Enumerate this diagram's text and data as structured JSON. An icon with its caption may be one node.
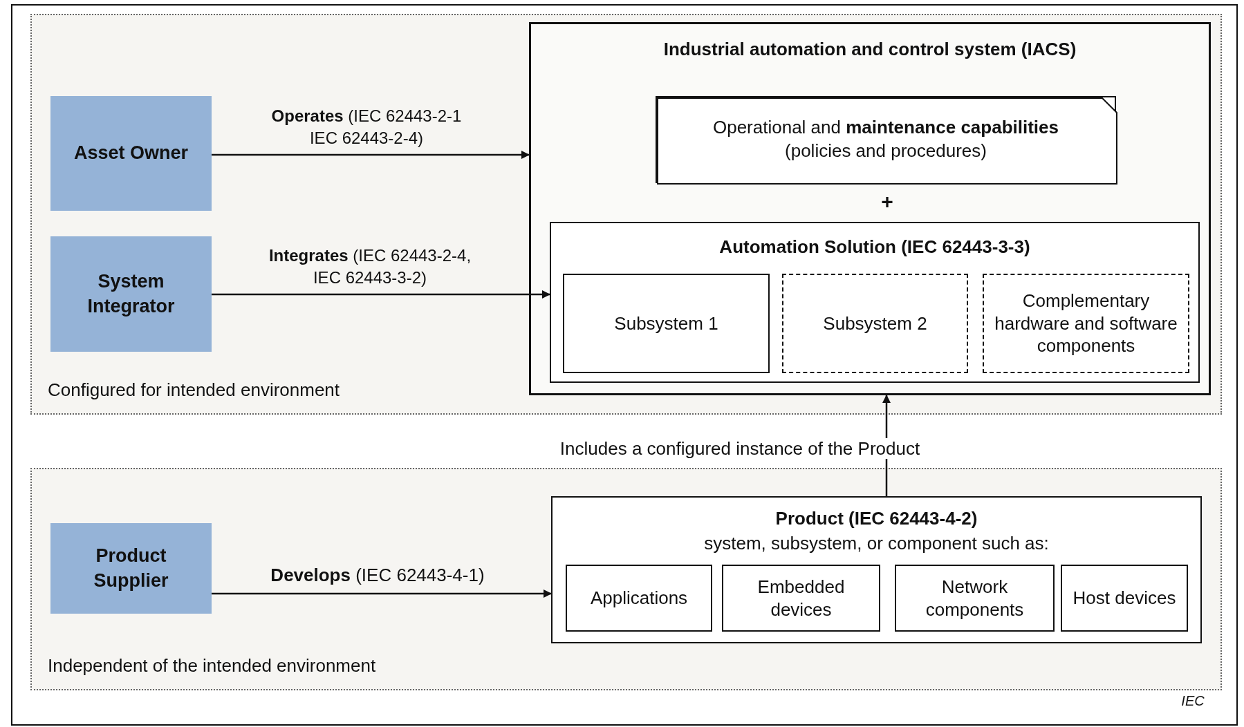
{
  "diagram": {
    "nodes": [
      {
        "text": [
          "Configured for intended environment"
        ]
      },
      {
        "text": [
          "Asset Owner"
        ],
        "in": 0
      },
      {
        "text": [
          "System Integrator"
        ],
        "in": 0
      },
      {
        "text": [
          "Industrial automation and control system (IACS)"
        ],
        "in": 0
      },
      {
        "text": [
          "Operational and **maintenance capabilities** (policies and procedures)"
        ],
        "in": 3
      },
      {
        "text": [
          "Automation Solution (IEC 62443-3-3)"
        ],
        "in": 3
      },
      {
        "text": [
          "Subsystem 1"
        ],
        "in": 5
      },
      {
        "text": [
          "Subsystem 2"
        ],
        "in": 5
      },
      {
        "text": [
          "Complementary hardware and software components"
        ],
        "in": 5
      },
      {
        "text": [
          "Independent of the intended environment"
        ]
      },
      {
        "text": [
          "Product Supplier"
        ],
        "in": 9
      },
      {
        "text": [
          "Product (IEC 62443-4-2)",
          "system, subsystem, or component such as:"
        ],
        "in": 9
      },
      {
        "text": [
          "Applications"
        ],
        "in": 11
      },
      {
        "text": [
          "Embedded devices"
        ],
        "in": 11
      },
      {
        "text": [
          "Network components"
        ],
        "in": 11
      },
      {
        "text": [
          "Host devices"
        ],
        "in": 11
      }
    ],
    "edges": [
      {
        "from": 1,
        "to": 3,
        "arrow": "to",
        "label": "**Operates** (IEC 62443-2-1 IEC 62443-2-4)"
      },
      {
        "from": 2,
        "to": 5,
        "arrow": "to",
        "label": "**Integrates** (IEC 62443-2-4, IEC 62443-3-2)"
      },
      {
        "from": 10,
        "to": 11,
        "arrow": "to",
        "label": "**Develops** (IEC 62443-4-1)"
      },
      {
        "from": 11,
        "to": 3,
        "arrow": "to",
        "label": "Includes a configured instance of the Product"
      }
    ],
    "labels": [
      "+",
      "IEC"
    ]
  }
}
